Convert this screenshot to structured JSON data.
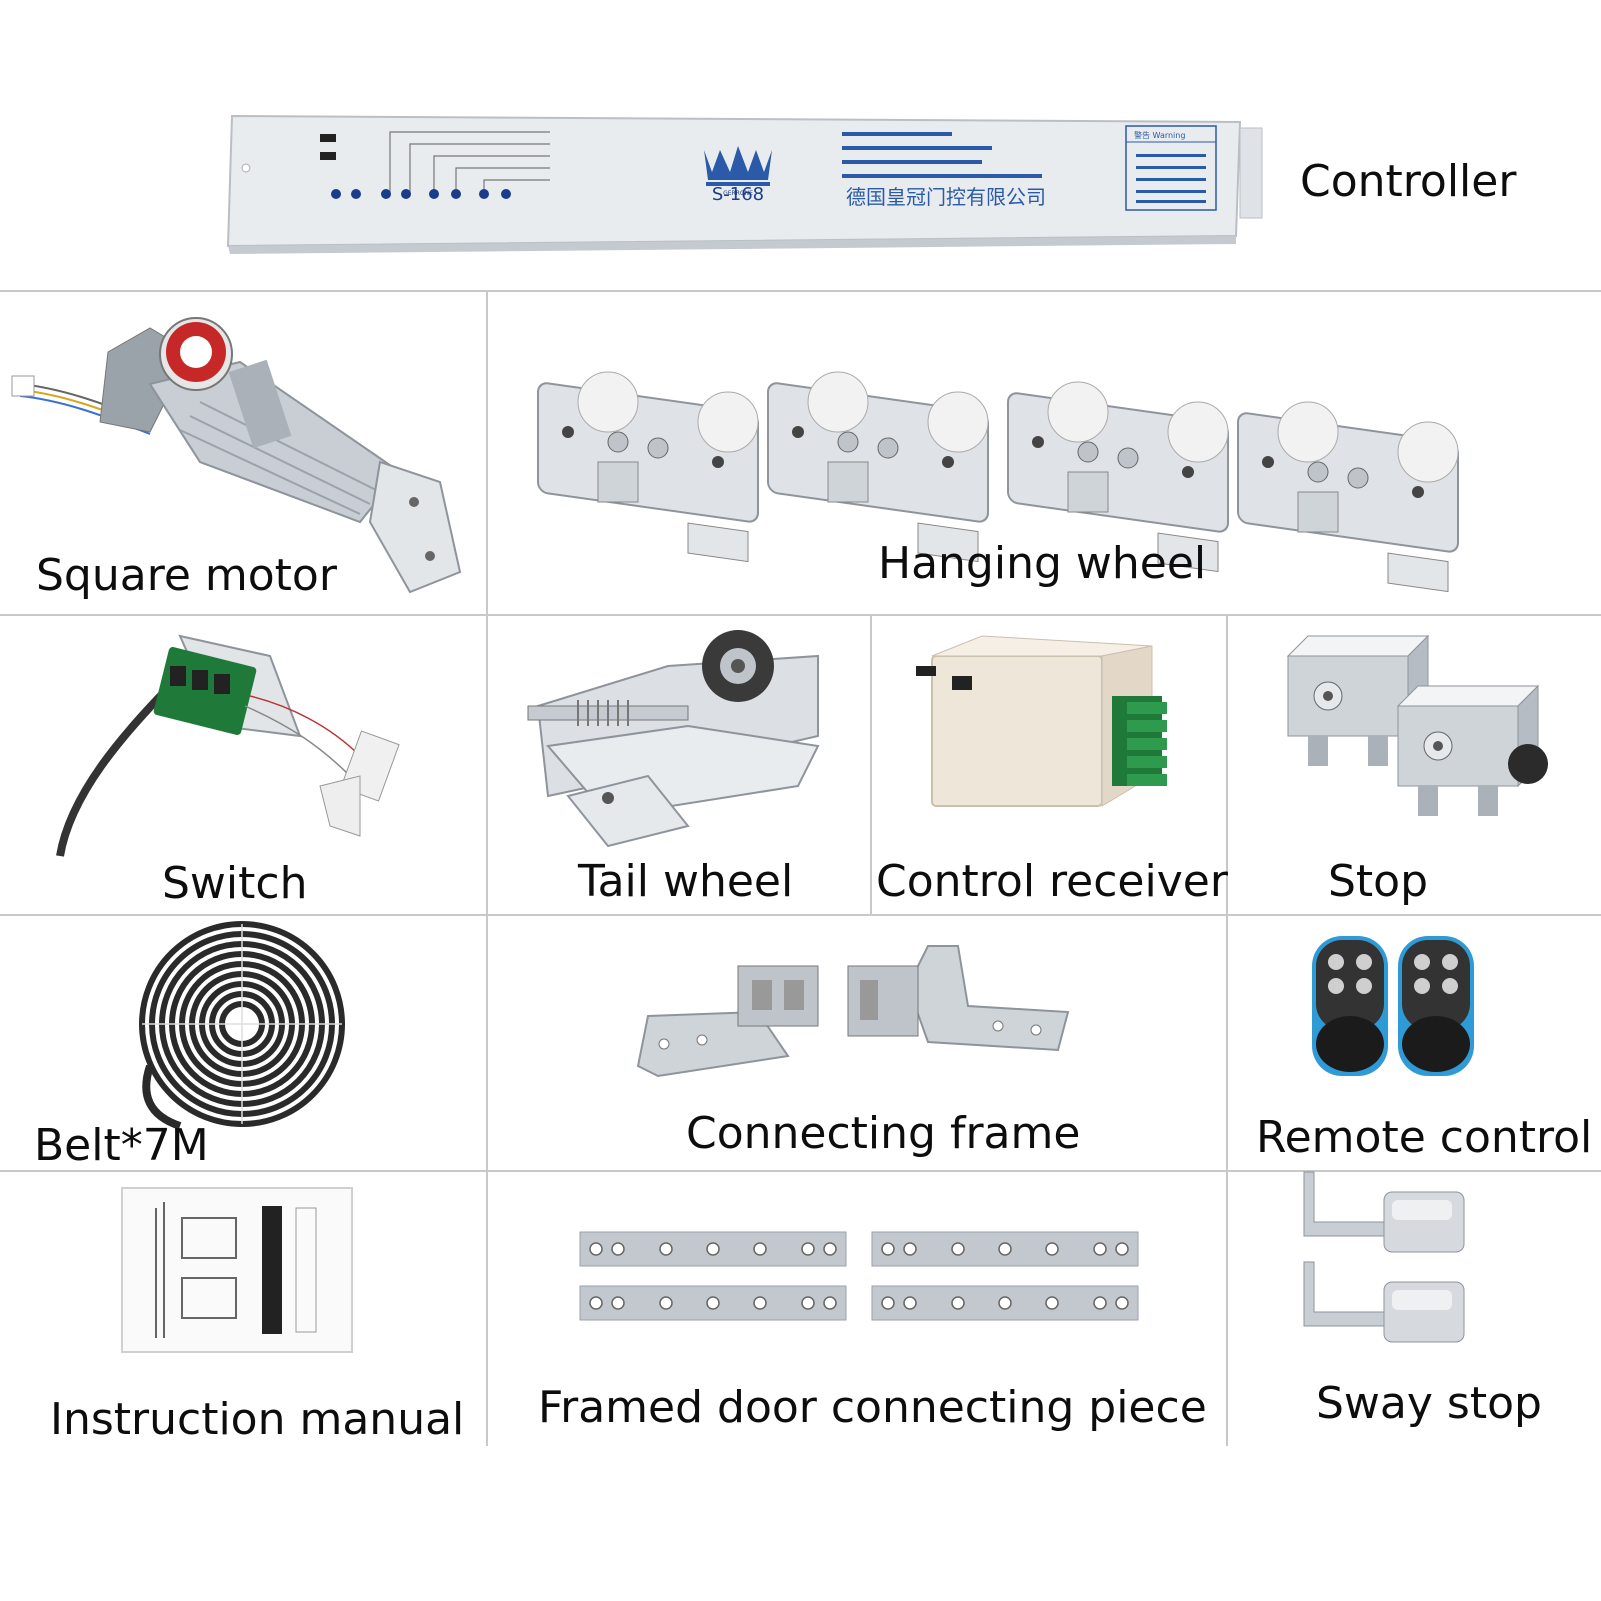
{
  "controller": {
    "label": "Controller",
    "model": "S-168",
    "brand": "GERRONE",
    "company_cn": "德国皇冠门控有限公司",
    "warning_title": "警告 Warning"
  },
  "parts": {
    "square_motor": "Square motor",
    "hanging_wheel": "Hanging wheel",
    "switch": "Switch",
    "tail_wheel": "Tail wheel",
    "control_receiver": "Control receiver",
    "stop": "Stop",
    "belt": "Belt*7M",
    "connecting_frame": "Connecting frame",
    "remote_control": "Remote control",
    "instruction_manual": "Instruction manual",
    "framed_door_piece": "Framed door connecting piece",
    "sway_stop": "Sway stop"
  },
  "colors": {
    "grid_line": "#c8c8c8",
    "metal": "#d9dde2",
    "metal_dark": "#9aa2aa",
    "crown_blue": "#2a5aa8",
    "pcb_green": "#1f7a3a",
    "remote_blue": "#2f9bd6"
  }
}
